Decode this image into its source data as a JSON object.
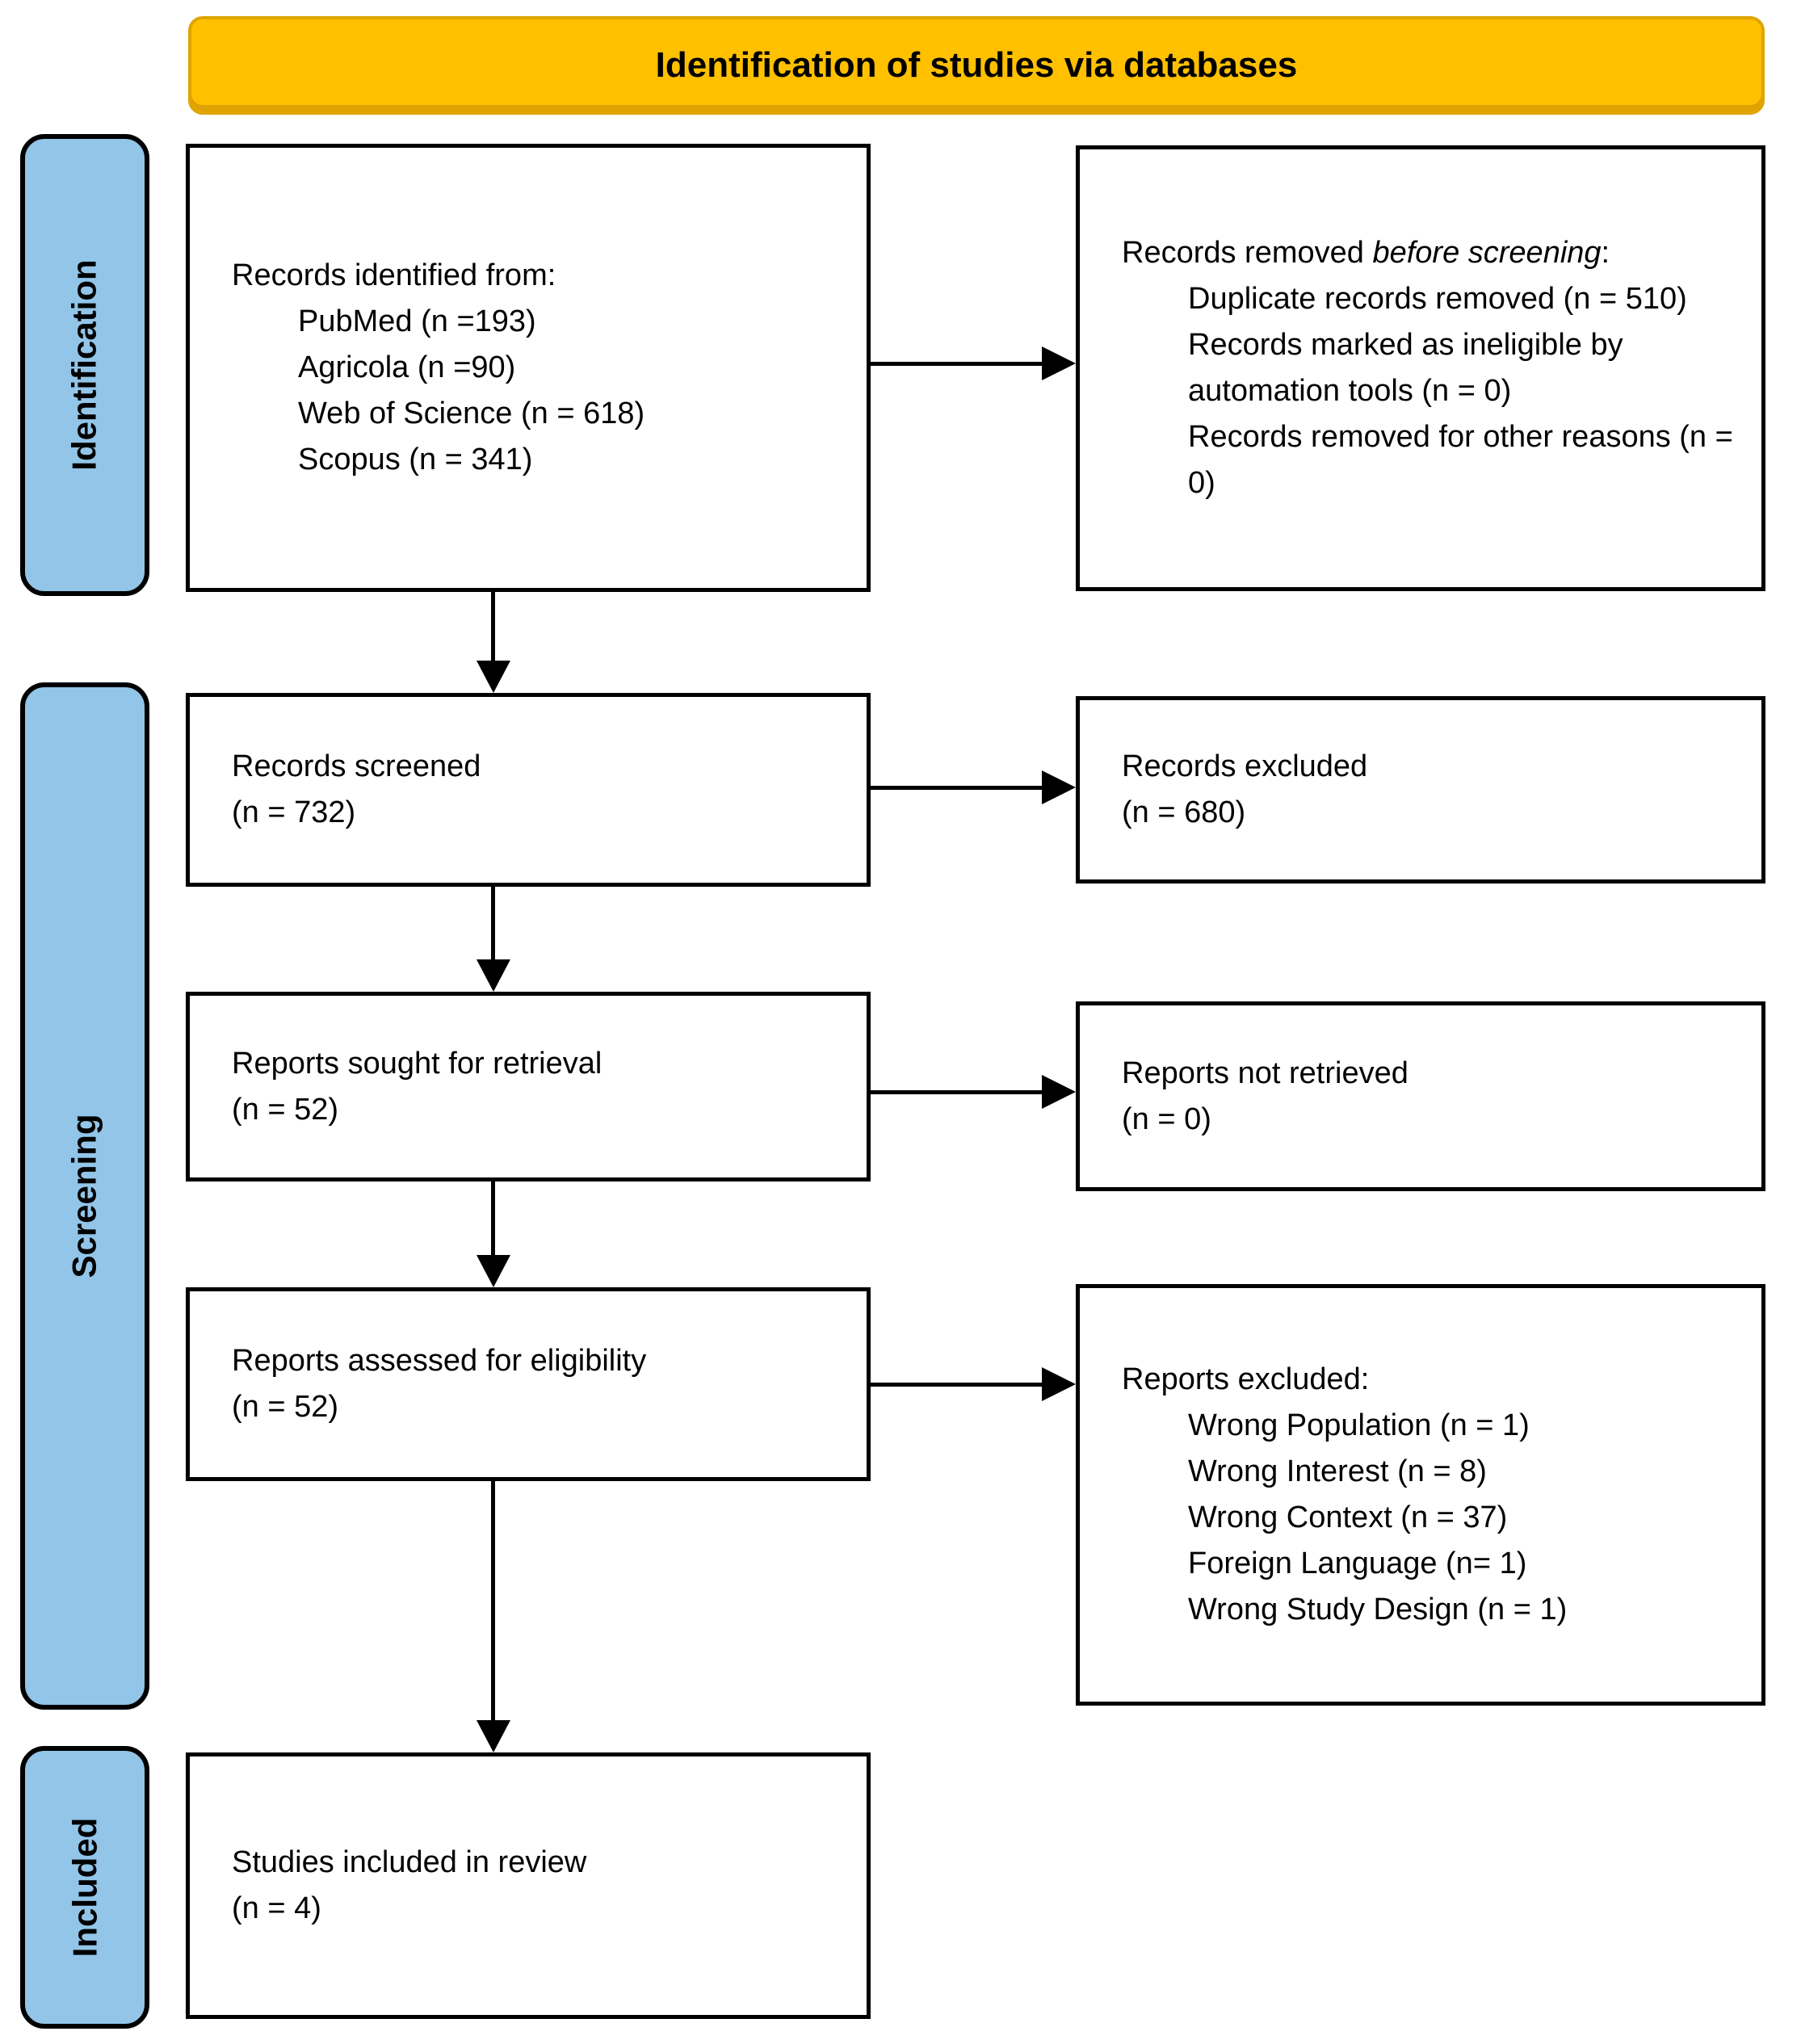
{
  "title": "Identification of studies via databases",
  "colors": {
    "banner_fill": "#FFC000",
    "banner_border": "#DFA500",
    "stage_fill": "#92C5E8",
    "box_border": "#000000",
    "background": "#FFFFFF"
  },
  "sidebar": {
    "stages": [
      {
        "label": "Identification"
      },
      {
        "label": "Screening"
      },
      {
        "label": "Included"
      }
    ]
  },
  "boxes": {
    "identified": {
      "header": "Records identified from:",
      "items": [
        "PubMed (n =193)",
        "Agricola (n =90)",
        "Web of Science (n = 618)",
        "Scopus (n = 341)"
      ]
    },
    "removed": {
      "prefix": "Records removed ",
      "italic": "before screening",
      "suffix": ":",
      "items": [
        "Duplicate records removed (n = 510)",
        "Records marked as ineligible by automation tools (n = 0)",
        "Records removed for other reasons (n = 0)"
      ]
    },
    "screened": {
      "line1": "Records screened",
      "line2": "(n = 732)"
    },
    "excluded": {
      "line1": "Records excluded",
      "line2": "(n = 680)"
    },
    "sought": {
      "line1": "Reports sought for retrieval",
      "line2": "(n = 52)"
    },
    "not_retrieved": {
      "line1": "Reports not retrieved",
      "line2": "(n = 0)"
    },
    "assessed": {
      "line1": "Reports assessed for eligibility",
      "line2": "(n = 52)"
    },
    "reports_excluded": {
      "header": "Reports excluded:",
      "items": [
        "Wrong Population (n = 1)",
        "Wrong Interest (n = 8)",
        "Wrong Context (n = 37)",
        "Foreign Language (n= 1)",
        "Wrong Study Design (n = 1)"
      ]
    },
    "included_studies": {
      "line1": "Studies included in review",
      "line2": "(n = 4)"
    }
  }
}
